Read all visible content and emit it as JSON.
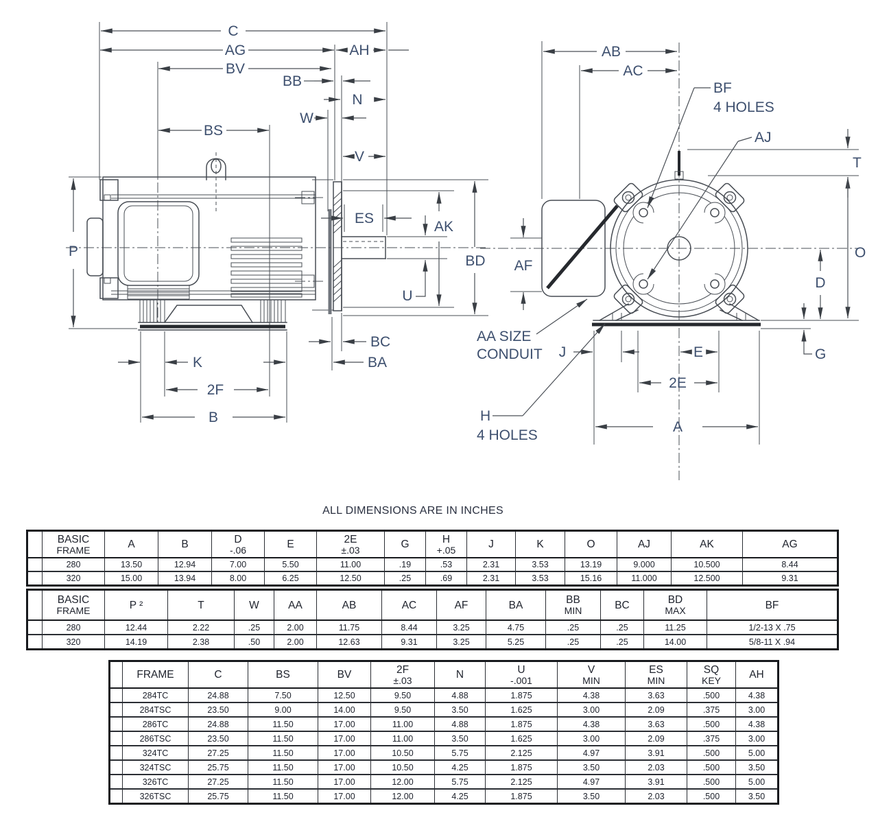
{
  "note": "ALL DIMENSIONS ARE IN INCHES",
  "drawing": {
    "side": {
      "c": "C",
      "ag": "AG",
      "ah": "AH",
      "bv": "BV",
      "bb": "BB",
      "n": "N",
      "w": "W",
      "bs": "BS",
      "v": "V",
      "es": "ES",
      "ak": "AK",
      "bd": "BD",
      "p": "P",
      "u": "U",
      "bc": "BC",
      "ba": "BA",
      "k": "K",
      "f2": "2F",
      "b": "B"
    },
    "end": {
      "ab": "AB",
      "ac": "AC",
      "bf": "BF",
      "bf_holes": "4 HOLES",
      "aj": "AJ",
      "t": "T",
      "o": "O",
      "af": "AF",
      "aa1": "AA SIZE",
      "aa2": "CONDUIT",
      "j": "J",
      "e": "E",
      "g": "G",
      "e2": "2E",
      "h": "H",
      "h_holes": "4 HOLES",
      "a": "A",
      "d": "D"
    }
  },
  "tables": [
    {
      "name": "basic-frame-table-1",
      "headers": [
        [
          "BASIC",
          "FRAME"
        ],
        [
          "A"
        ],
        [
          "B"
        ],
        [
          "D",
          "-.06"
        ],
        [
          "E"
        ],
        [
          "2E",
          "±.03"
        ],
        [
          "G"
        ],
        [
          "H",
          "+.05"
        ],
        [
          "J"
        ],
        [
          "K"
        ],
        [
          "O"
        ],
        [
          "AJ"
        ],
        [
          "AK"
        ],
        [
          "AG"
        ]
      ],
      "rows": [
        [
          "280",
          "13.50",
          "12.94",
          "7.00",
          "5.50",
          "11.00",
          ".19",
          ".53",
          "2.31",
          "3.53",
          "13.19",
          "9.000",
          "10.500",
          "8.44"
        ],
        [
          "320",
          "15.00",
          "13.94",
          "8.00",
          "6.25",
          "12.50",
          ".25",
          ".69",
          "2.31",
          "3.53",
          "15.16",
          "11.000",
          "12.500",
          "9.31"
        ]
      ]
    },
    {
      "name": "basic-frame-table-2",
      "headers": [
        [
          "BASIC",
          "FRAME"
        ],
        [
          "P ²"
        ],
        [
          "T"
        ],
        [
          "W"
        ],
        [
          "AA"
        ],
        [
          "AB"
        ],
        [
          "AC"
        ],
        [
          "AF"
        ],
        [
          "BA"
        ],
        [
          "BB",
          "MIN"
        ],
        [
          "BC"
        ],
        [
          "BD",
          "MAX"
        ],
        [
          "BF"
        ]
      ],
      "rows": [
        [
          "280",
          "12.44",
          "2.22",
          ".25",
          "2.00",
          "11.75",
          "8.44",
          "3.25",
          "4.75",
          ".25",
          ".25",
          "11.25",
          "1/2-13 X .75"
        ],
        [
          "320",
          "14.19",
          "2.38",
          ".50",
          "2.00",
          "12.63",
          "9.31",
          "3.25",
          "5.25",
          ".25",
          ".25",
          "14.00",
          "5/8-11 X .94"
        ]
      ]
    },
    {
      "name": "frame-table-3",
      "headers": [
        [
          "FRAME"
        ],
        [
          "C"
        ],
        [
          "BS"
        ],
        [
          "BV"
        ],
        [
          "2F",
          "±.03"
        ],
        [
          "N"
        ],
        [
          "U",
          "-.001"
        ],
        [
          "V",
          "MIN"
        ],
        [
          "ES",
          "MIN"
        ],
        [
          "SQ",
          "KEY"
        ],
        [
          "AH"
        ]
      ],
      "rows": [
        [
          "284TC",
          "24.88",
          "7.50",
          "12.50",
          "9.50",
          "4.88",
          "1.875",
          "4.38",
          "3.63",
          ".500",
          "4.38"
        ],
        [
          "284TSC",
          "23.50",
          "9.00",
          "14.00",
          "9.50",
          "3.50",
          "1.625",
          "3.00",
          "2.09",
          ".375",
          "3.00"
        ],
        [
          "286TC",
          "24.88",
          "11.50",
          "17.00",
          "11.00",
          "4.88",
          "1.875",
          "4.38",
          "3.63",
          ".500",
          "4.38"
        ],
        [
          "286TSC",
          "23.50",
          "11.50",
          "17.00",
          "11.00",
          "3.50",
          "1.625",
          "3.00",
          "2.09",
          ".375",
          "3.00"
        ],
        [
          "324TC",
          "27.25",
          "11.50",
          "17.00",
          "10.50",
          "5.75",
          "2.125",
          "4.97",
          "3.91",
          ".500",
          "5.00"
        ],
        [
          "324TSC",
          "25.75",
          "11.50",
          "17.00",
          "10.50",
          "4.25",
          "1.875",
          "3.50",
          "2.03",
          ".500",
          "3.50"
        ],
        [
          "326TC",
          "27.25",
          "11.50",
          "17.00",
          "12.00",
          "5.75",
          "2.125",
          "4.97",
          "3.91",
          ".500",
          "5.00"
        ],
        [
          "326TSC",
          "25.75",
          "11.50",
          "17.00",
          "12.00",
          "4.25",
          "1.875",
          "3.50",
          "2.03",
          ".500",
          "3.50"
        ]
      ]
    }
  ]
}
